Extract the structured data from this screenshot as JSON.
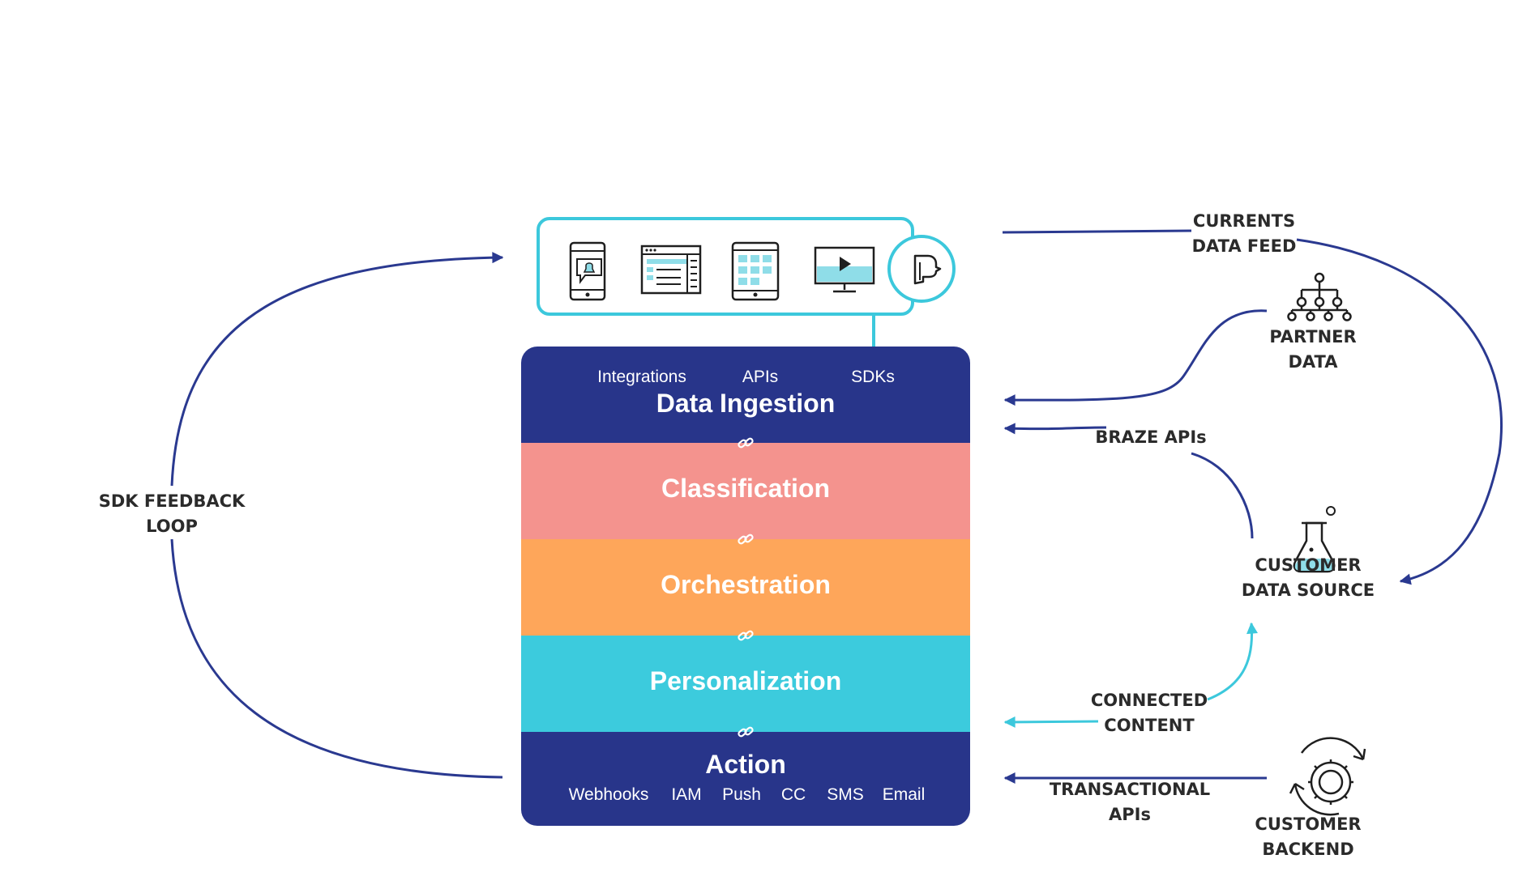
{
  "colors": {
    "navy": "#28358a",
    "arrow_navy": "#2a3990",
    "teal": "#3cc8dc",
    "salmon": "#f4938e",
    "orange": "#fea65a",
    "cyan": "#3ccbdd",
    "label": "#2b2b2b"
  },
  "devices": [
    "mobile-notification-icon",
    "web-page-icon",
    "tablet-icon",
    "video-screen-icon",
    "braze-logo-icon"
  ],
  "layers": {
    "data_ingestion": {
      "title": "Data Ingestion",
      "tags": [
        "Integrations",
        "APIs",
        "SDKs"
      ]
    },
    "classification": {
      "title": "Classification"
    },
    "orchestration": {
      "title": "Orchestration"
    },
    "personalization": {
      "title": "Personalization"
    },
    "action": {
      "title": "Action",
      "tags": [
        "Webhooks",
        "IAM",
        "Push",
        "CC",
        "SMS",
        "Email"
      ]
    }
  },
  "flows": {
    "sdk_feedback": [
      "SDK FEEDBACK",
      "LOOP"
    ],
    "currents": [
      "CURRENTS",
      "DATA FEED"
    ],
    "braze_apis": "BRAZE APIs",
    "connected_content": [
      "CONNECTED",
      "CONTENT"
    ],
    "transactional": [
      "TRANSACTIONAL",
      "APIs"
    ]
  },
  "sources": {
    "partner": {
      "label": [
        "PARTNER",
        "DATA"
      ],
      "icon": "org-chart-icon"
    },
    "customer_data": {
      "label": [
        "CUSTOMER",
        "DATA SOURCE"
      ],
      "icon": "flask-icon"
    },
    "customer_backend": {
      "label": [
        "CUSTOMER",
        "BACKEND"
      ],
      "icon": "gear-sync-icon"
    }
  }
}
